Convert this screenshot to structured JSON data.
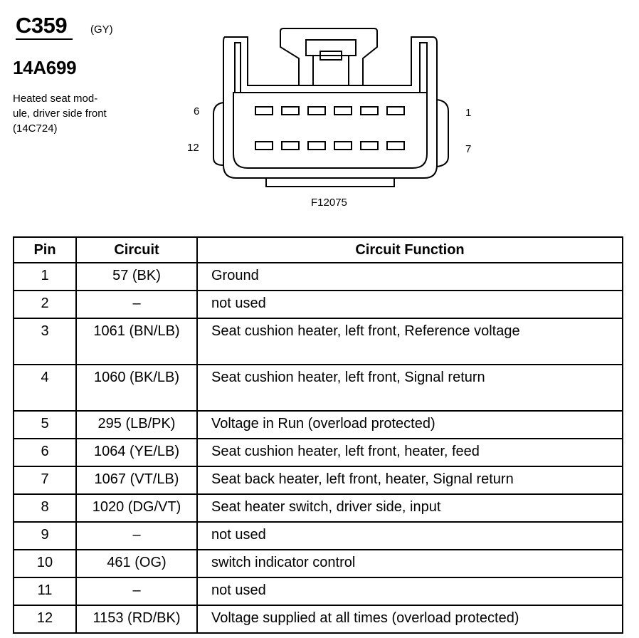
{
  "header": {
    "connector_id": "C359",
    "connector_color": "(GY)",
    "part_number": "14A699",
    "description_lines": [
      "Heated seat mod-",
      "ule, driver side front",
      "(14C724)"
    ]
  },
  "diagram": {
    "pin_label_top_left": "6",
    "pin_label_top_right": "1",
    "pin_label_bottom_left": "12",
    "pin_label_bottom_right": "7",
    "figure_id": "F12075"
  },
  "table": {
    "headers": {
      "pin": "Pin",
      "circuit": "Circuit",
      "function": "Circuit Function"
    },
    "rows": [
      {
        "pin": "1",
        "circuit": "57 (BK)",
        "function": "Ground"
      },
      {
        "pin": "2",
        "circuit": "–",
        "function": "not used"
      },
      {
        "pin": "3",
        "circuit": "1061 (BN/LB)",
        "function": "Seat cushion heater, left front, Reference voltage"
      },
      {
        "pin": "4",
        "circuit": "1060 (BK/LB)",
        "function": "Seat cushion heater, left front, Signal return"
      },
      {
        "pin": "5",
        "circuit": "295 (LB/PK)",
        "function": "Voltage in Run (overload protected)"
      },
      {
        "pin": "6",
        "circuit": "1064 (YE/LB)",
        "function": "Seat cushion heater, left front, heater, feed"
      },
      {
        "pin": "7",
        "circuit": "1067 (VT/LB)",
        "function": "Seat back heater, left front, heater, Signal return"
      },
      {
        "pin": "8",
        "circuit": "1020 (DG/VT)",
        "function": "Seat heater switch, driver side, input"
      },
      {
        "pin": "9",
        "circuit": "–",
        "function": "not used"
      },
      {
        "pin": "10",
        "circuit": "461 (OG)",
        "function": "switch indicator control"
      },
      {
        "pin": "11",
        "circuit": "–",
        "function": "not used"
      },
      {
        "pin": "12",
        "circuit": "1153 (RD/BK)",
        "function": "Voltage supplied at all times (overload protected)"
      }
    ]
  }
}
